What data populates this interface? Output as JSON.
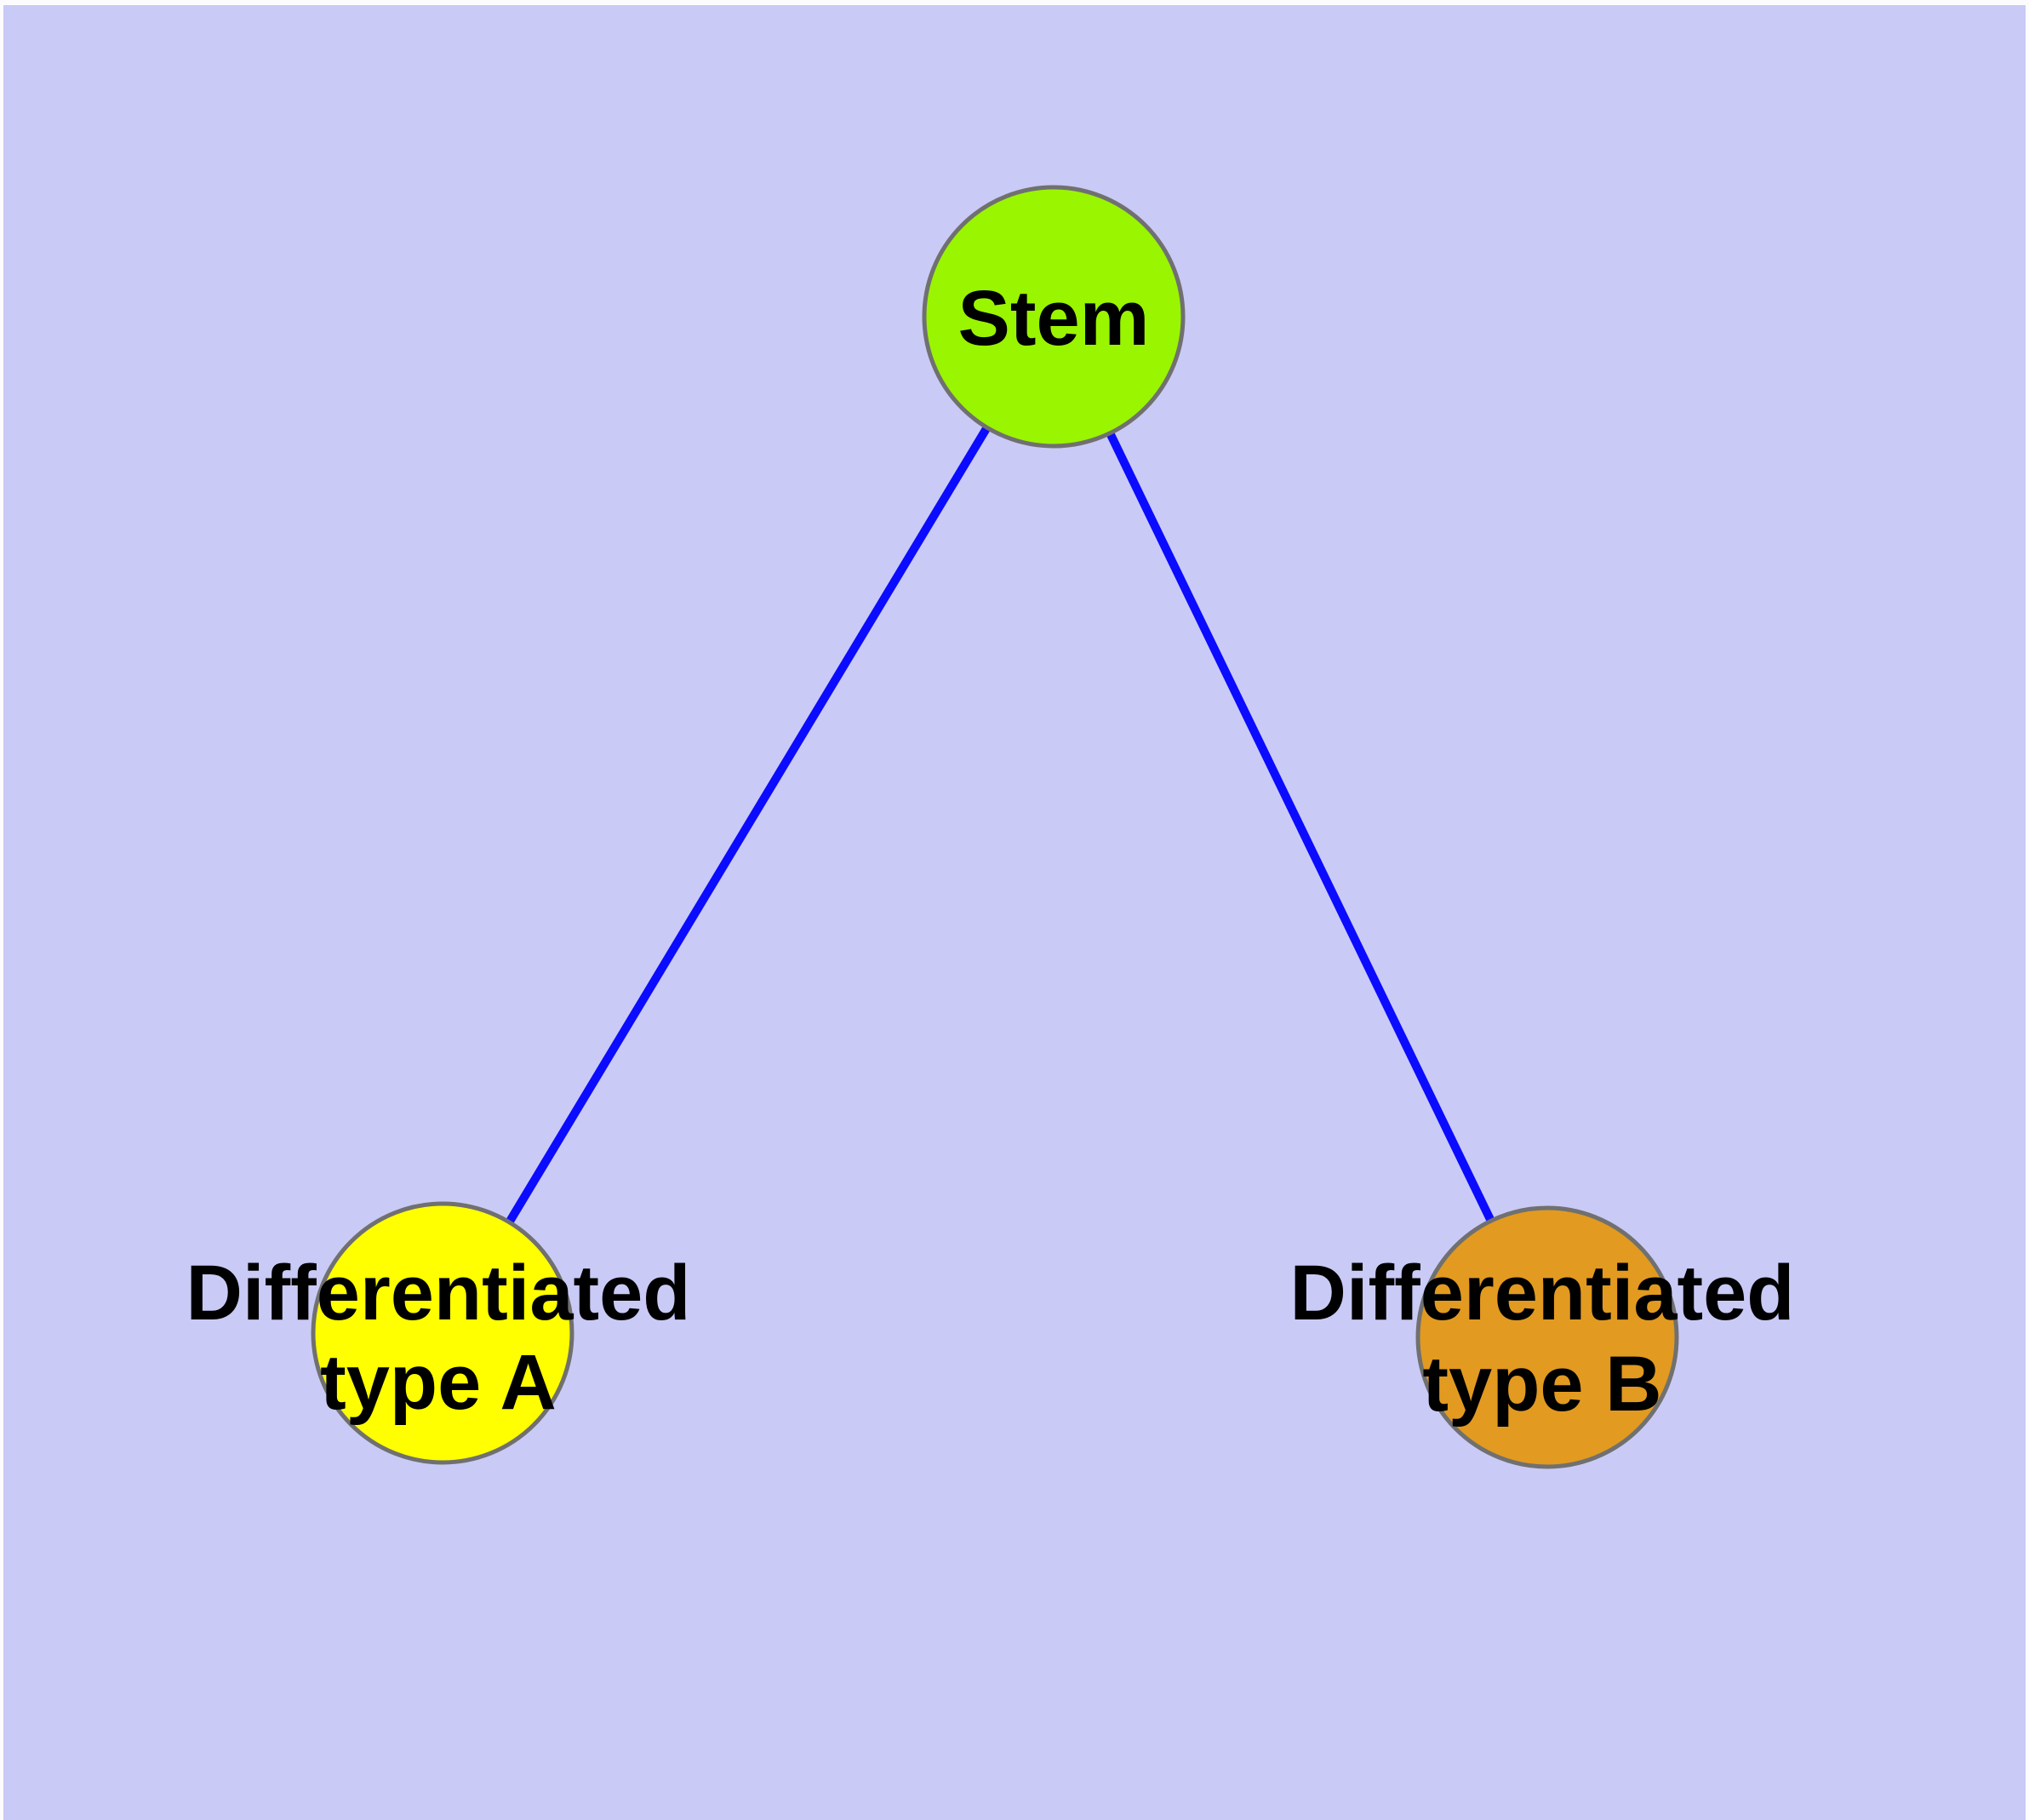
{
  "figure": {
    "type": "node-link-diagram",
    "background_color": "#cacaf6",
    "margin_color": "#fcfcff",
    "edge_color": "#0b0bff",
    "node_border_color": "#707070",
    "label_color": "#000000",
    "nodes": [
      {
        "id": "stem",
        "lines": [
          "Stem"
        ],
        "fill": "#9af500"
      },
      {
        "id": "differentiated-type-a",
        "lines": [
          "Differentiated",
          "type A"
        ],
        "fill": "#ffff00"
      },
      {
        "id": "differentiated-type-b",
        "lines": [
          "Differentiated",
          "type B"
        ],
        "fill": "#e29a20"
      }
    ],
    "edges": [
      {
        "from": "stem",
        "to": "differentiated-type-a"
      },
      {
        "from": "stem",
        "to": "differentiated-type-b"
      }
    ]
  }
}
